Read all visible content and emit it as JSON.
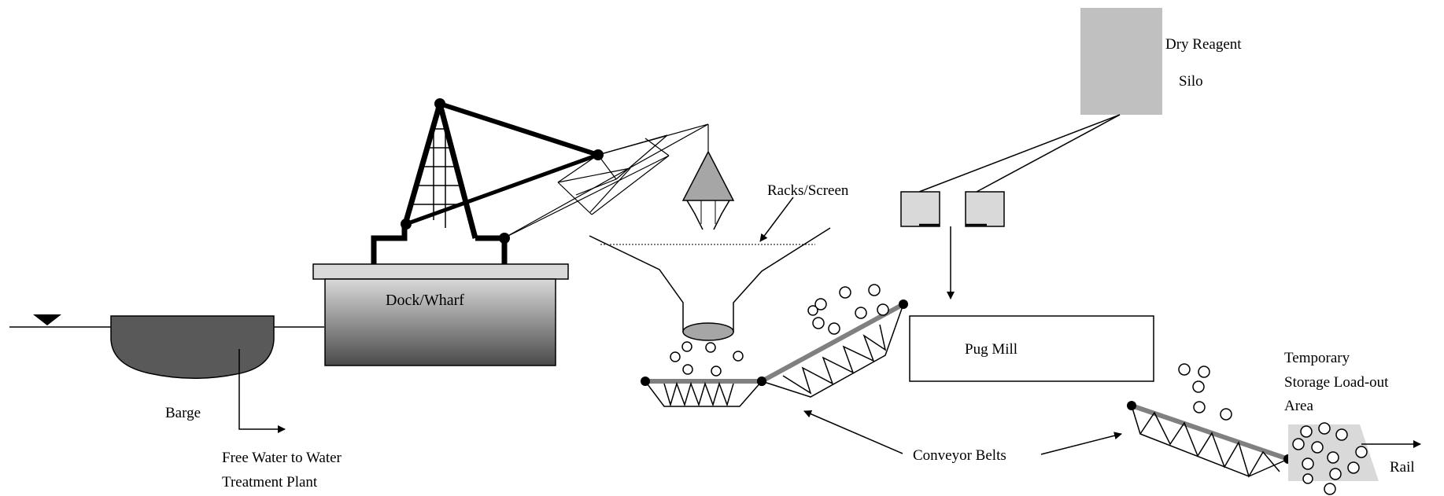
{
  "labels": {
    "silo_line1": "Dry Reagent",
    "silo_line2": "Silo",
    "racks": "Racks/Screen",
    "dock": "Dock/Wharf",
    "pug_mill": "Pug Mill",
    "storage_line1": "Temporary",
    "storage_line2": "Storage Load-out",
    "storage_line3": "Area",
    "barge": "Barge",
    "free_water_line1": "Free Water to Water",
    "free_water_line2": "Treatment Plant",
    "conveyor": "Conveyor Belts",
    "rail": "Rail"
  },
  "colors": {
    "stroke": "#000000",
    "silo_fill": "#c0c0c0",
    "hopper_fill": "#d9d9d9",
    "barge_fill": "#595959",
    "belt": "#808080",
    "storage_fill": "#d9d9d9",
    "dock_top": "#d9d9d9",
    "dock_bottom": "#4a4a4a",
    "bucket_fill": "#a6a6a6"
  }
}
